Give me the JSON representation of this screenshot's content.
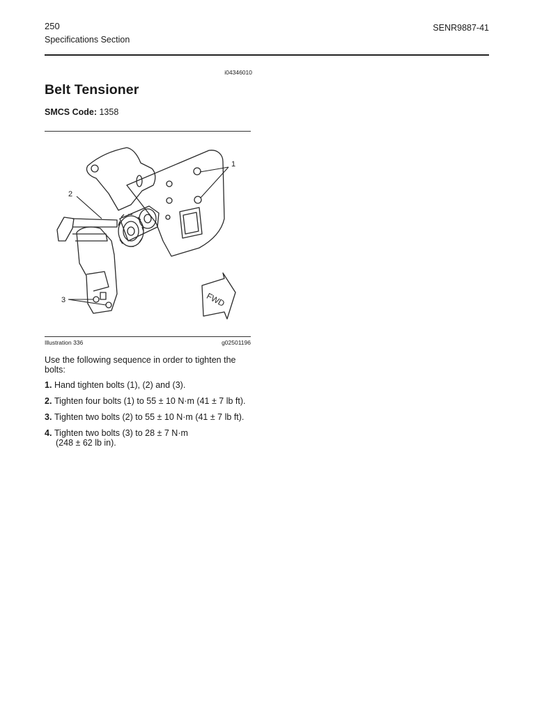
{
  "header": {
    "page_number": "250",
    "section": "Specifications Section",
    "document_id": "SENR9887-41"
  },
  "topic": {
    "reference_id": "i04346010",
    "title": "Belt Tensioner",
    "smcs_label": "SMCS Code:",
    "smcs_value": "1358"
  },
  "figure": {
    "callouts": [
      "1",
      "2",
      "3"
    ],
    "arrow_text": "FWD",
    "caption": "Illustration 336",
    "graphic_id": "g02501196"
  },
  "body": {
    "intro": "Use the following sequence in order to tighten the bolts:",
    "steps": [
      {
        "number": "1.",
        "text": "Hand tighten bolts (1), (2) and (3).",
        "text2": ""
      },
      {
        "number": "2.",
        "text": "Tighten four bolts (1) to 55 ± 10 N·m  (41 ± 7 lb ft).",
        "text2": ""
      },
      {
        "number": "3.",
        "text": "Tighten two bolts (2) to 55 ± 10 N·m  (41 ± 7 lb ft).",
        "text2": ""
      },
      {
        "number": "4.",
        "text": "Tighten two bolts (3) to 28 ± 7 N·m",
        "text2": "(248 ± 62 lb in)."
      }
    ]
  }
}
